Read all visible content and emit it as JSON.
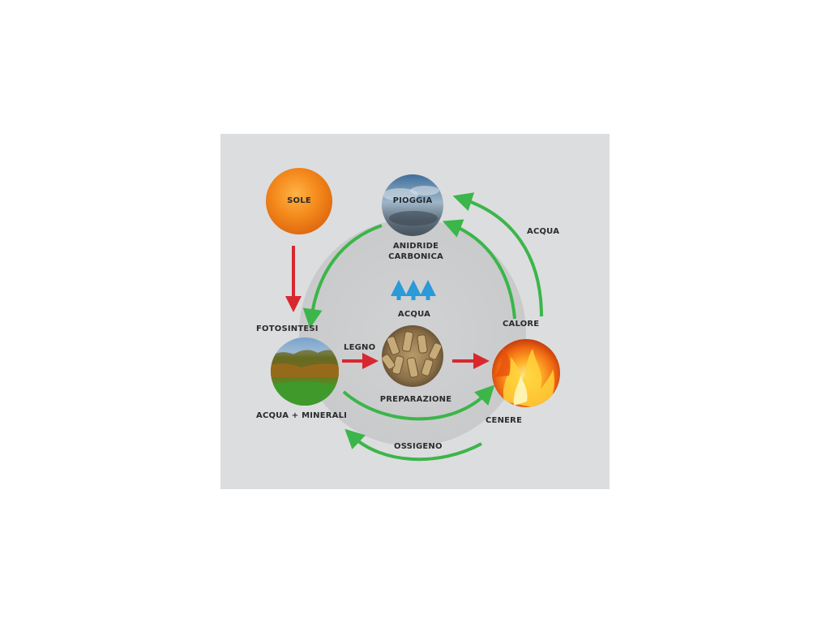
{
  "diagram": {
    "nodes": {
      "sole": {
        "label": "SOLE"
      },
      "pioggia": {
        "label": "PIOGGIA"
      },
      "bosco": {
        "label": "ACQUA + MINERALI"
      },
      "pellet": {
        "label": "PREPARAZIONE"
      },
      "fuoco": {
        "label": "CENERE"
      }
    },
    "labels": {
      "anidride": "ANIDRIDE",
      "carbonica": "CARBONICA",
      "acqua_center": "ACQUA",
      "acqua_right": "ACQUA",
      "calore": "CALORE",
      "fotosintesi": "FOTOSINTESI",
      "legno": "LEGNO",
      "ossigeno": "OSSIGENO"
    },
    "colors": {
      "panel": "#dcddde",
      "green_arrow": "#3cb54a",
      "red_arrow": "#d8282f",
      "blue_arrow": "#2a9ad8",
      "sun": "#f28c1a"
    }
  }
}
